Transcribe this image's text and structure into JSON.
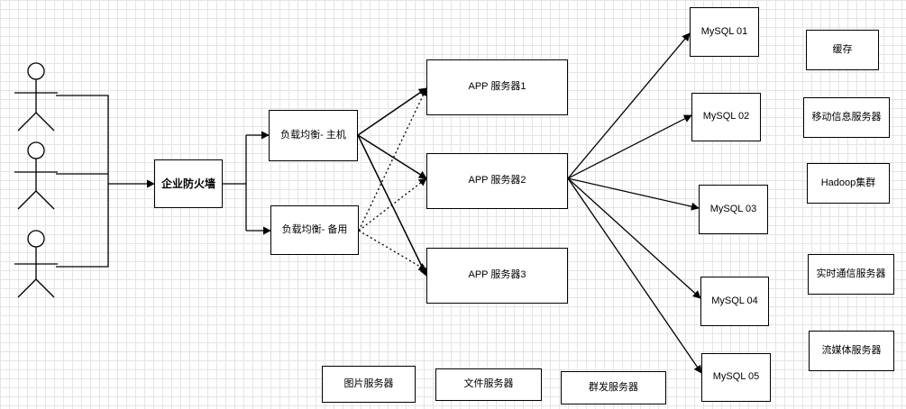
{
  "firewall": "企业防火墙",
  "lb_main": "负载均衡- 主机",
  "lb_backup": "负载均衡- 备用",
  "app1": "APP 服务器1",
  "app2": "APP 服务器2",
  "app3": "APP 服务器3",
  "mysql": [
    "MySQL 01",
    "MySQL 02",
    "MySQL 03",
    "MySQL 04",
    "MySQL 05"
  ],
  "side_services": [
    "缓存",
    "移动信息服务器",
    "Hadoop集群",
    "实时通信服务器",
    "流媒体服务器"
  ],
  "bottom_services": [
    "图片服务器",
    "文件服务器",
    "群发服务器"
  ]
}
